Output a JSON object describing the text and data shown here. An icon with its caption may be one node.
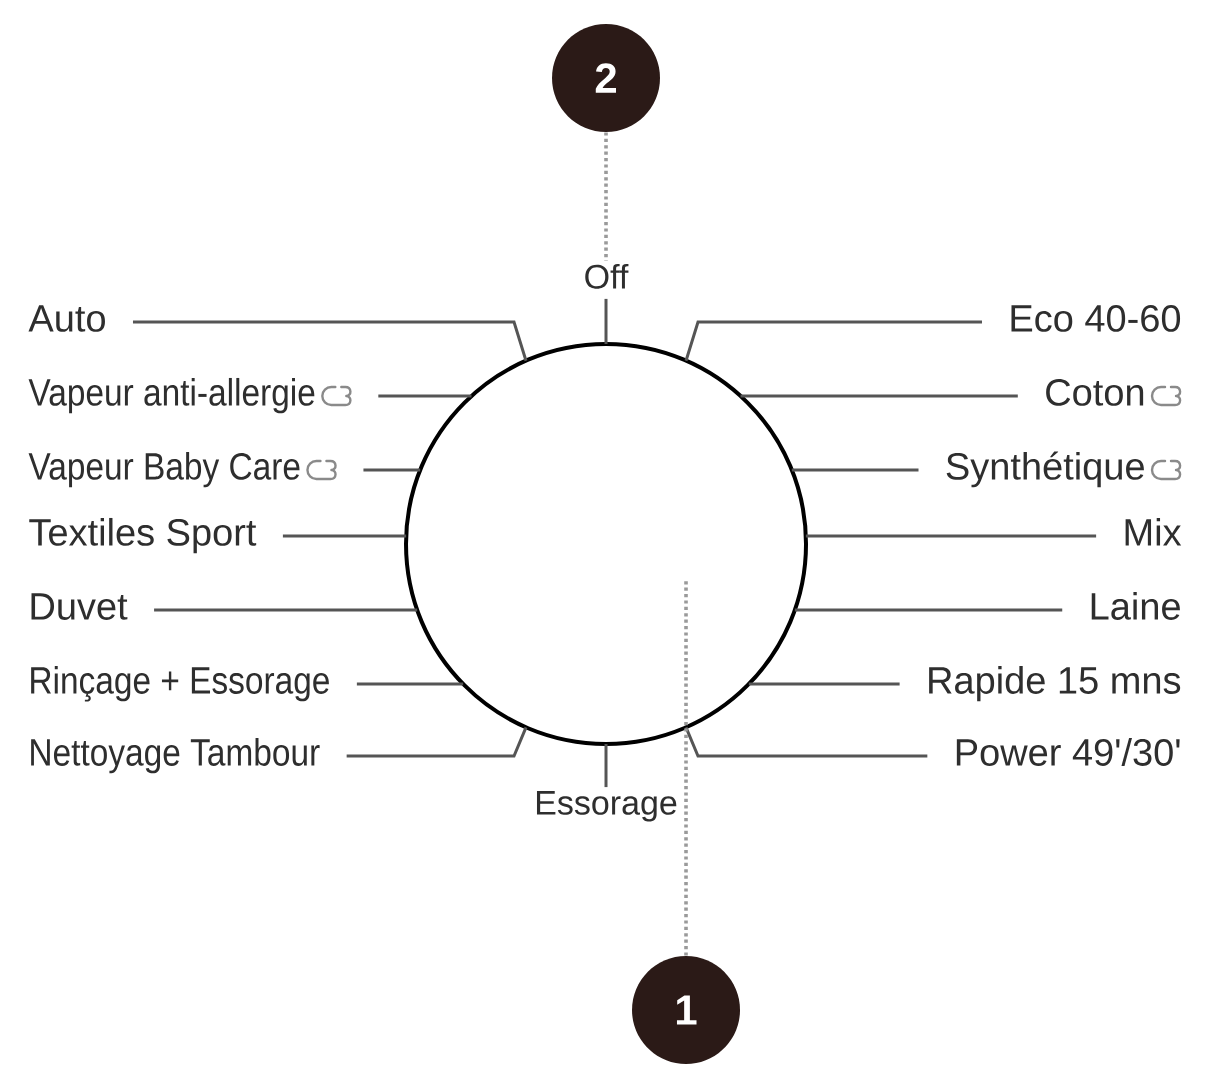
{
  "diagram": {
    "nodes": [
      {
        "text": [
          "2"
        ]
      },
      {
        "text": [
          "Off"
        ]
      },
      {
        "text": [],
        "shape": "circle"
      },
      {
        "text": [
          "Auto"
        ]
      },
      {
        "text": [
          "Eco 40-60"
        ]
      },
      {
        "text": [
          "Vapeur anti-allergie"
        ]
      },
      {
        "text": [
          "Coton"
        ]
      },
      {
        "text": [
          "Vapeur Baby Care"
        ]
      },
      {
        "text": [
          "Synthétique"
        ]
      },
      {
        "text": [
          "Textiles Sport"
        ]
      },
      {
        "text": [
          "Mix"
        ]
      },
      {
        "text": [
          "Duvet"
        ]
      },
      {
        "text": [
          "Laine"
        ]
      },
      {
        "text": [
          "Rinçage + Essorage"
        ]
      },
      {
        "text": [
          "Rapide 15 mns"
        ]
      },
      {
        "text": [
          "Nettoyage Tambour"
        ]
      },
      {
        "text": [
          "Power 49'/30'"
        ]
      },
      {
        "text": [
          "Essorage"
        ]
      },
      {
        "text": [
          "1"
        ]
      }
    ],
    "edges": [
      {
        "from": 0,
        "to": 1,
        "arrow": "none",
        "style": "dashed",
        "color": "#9a9a9a"
      },
      {
        "from": 1,
        "to": 2,
        "arrow": "none"
      },
      {
        "from": 3,
        "to": 2,
        "arrow": "none"
      },
      {
        "from": 4,
        "to": 2,
        "arrow": "none"
      },
      {
        "from": 5,
        "to": 2,
        "arrow": "none"
      },
      {
        "from": 6,
        "to": 2,
        "arrow": "none"
      },
      {
        "from": 7,
        "to": 2,
        "arrow": "none"
      },
      {
        "from": 8,
        "to": 2,
        "arrow": "none"
      },
      {
        "from": 9,
        "to": 2,
        "arrow": "none"
      },
      {
        "from": 10,
        "to": 2,
        "arrow": "none"
      },
      {
        "from": 11,
        "to": 2,
        "arrow": "none"
      },
      {
        "from": 12,
        "to": 2,
        "arrow": "none"
      },
      {
        "from": 13,
        "to": 2,
        "arrow": "none"
      },
      {
        "from": 14,
        "to": 2,
        "arrow": "none"
      },
      {
        "from": 15,
        "to": 2,
        "arrow": "none"
      },
      {
        "from": 16,
        "to": 2,
        "arrow": "none"
      },
      {
        "from": 17,
        "to": 2,
        "arrow": "none"
      },
      {
        "from": 18,
        "to": 2,
        "arrow": "none",
        "style": "dashed",
        "color": "#9a9a9a"
      }
    ]
  }
}
